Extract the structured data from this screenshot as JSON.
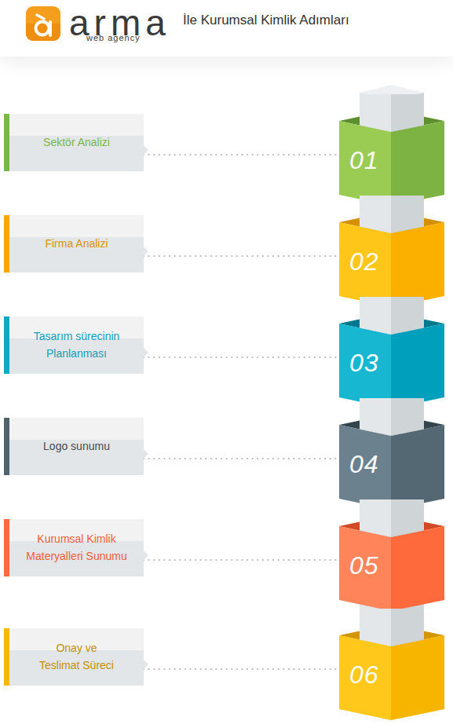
{
  "diagram": {
    "title": "İle Kurumsal Kimlik Adımları",
    "nodes": [
      {
        "text": [
          "Sektör Analizi"
        ]
      },
      {
        "text": [
          "01"
        ]
      },
      {
        "text": [
          "Firma Analizi"
        ]
      },
      {
        "text": [
          "02"
        ]
      },
      {
        "text": [
          "Tasarım sürecinin Planlanması"
        ]
      },
      {
        "text": [
          "03"
        ]
      },
      {
        "text": [
          "Logo sunumu"
        ]
      },
      {
        "text": [
          "04"
        ]
      },
      {
        "text": [
          "Kurumsal Kimlik Materyalleri Sunumu"
        ]
      },
      {
        "text": [
          "05"
        ]
      },
      {
        "text": [
          "Onay ve Teslimat Süreci"
        ]
      },
      {
        "text": [
          "06"
        ]
      }
    ],
    "edges": [
      {
        "from": 0,
        "to": 1,
        "arrow": "none"
      },
      {
        "from": 2,
        "to": 3,
        "arrow": "none"
      },
      {
        "from": 4,
        "to": 5,
        "arrow": "none"
      },
      {
        "from": 6,
        "to": 7,
        "arrow": "none"
      },
      {
        "from": 8,
        "to": 9,
        "arrow": "none"
      },
      {
        "from": 10,
        "to": 11,
        "arrow": "none"
      }
    ],
    "labels": [
      "arma",
      "web agency"
    ]
  }
}
